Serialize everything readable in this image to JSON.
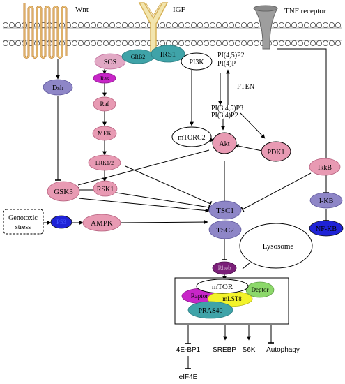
{
  "receptors": {
    "wnt": "Wnt",
    "igf": "IGF",
    "tnf": "TNF receptor"
  },
  "nodes": {
    "sos": "SOS",
    "grb2": "GRB2",
    "irs1": "IRS1",
    "pi3k": "PI3K",
    "pi45p2": "PI(4,5)P2",
    "pi4p": "PI(4)P",
    "pten": "PTEN",
    "pi345p3": "PI(3,4,5)P3",
    "pi34p2": "PI(3,4)P2",
    "dsh": "Dsh",
    "ras": "Ras",
    "raf": "Raf",
    "mek": "MEK",
    "erk": "ERK1/2",
    "mtorc2": "mTORC2",
    "akt": "Akt",
    "pdk1": "PDK1",
    "ikkb": "IkkB",
    "gsk3": "GSK3",
    "rsk1": "RSK1",
    "ikb": "I-KB",
    "genotoxic_line1": "Genotoxic",
    "genotoxic_line2": "stress",
    "p53": "P53",
    "ampk": "AMPK",
    "tsc1": "TSC1",
    "tsc2": "TSC2",
    "nfkb": "NF-KB",
    "rheb": "Rheb",
    "lysosome": "Lysosome",
    "mtor": "mTOR",
    "raptor": "Raptor",
    "deptor": "Deptor",
    "mlst8": "mLST8",
    "pras40": "PRAS40"
  },
  "outputs": {
    "bp1": "4E-BP1",
    "srebp": "SREBP",
    "s6k": "S6K",
    "autophagy": "Autophagy",
    "eif4e": "eIF4E"
  },
  "colors": {
    "pink": "#E89AB3",
    "lavender": "#8E86C7",
    "teal": "#3FA3A8",
    "magenta": "#C826C8",
    "purple": "#7A1F78",
    "blue": "#1F23D6",
    "pale_pink": "#E2A9C5",
    "yellow": "#F3F32A",
    "green": "#8CD86A",
    "gold": "#D8B35A",
    "orange": "#C5853B"
  }
}
